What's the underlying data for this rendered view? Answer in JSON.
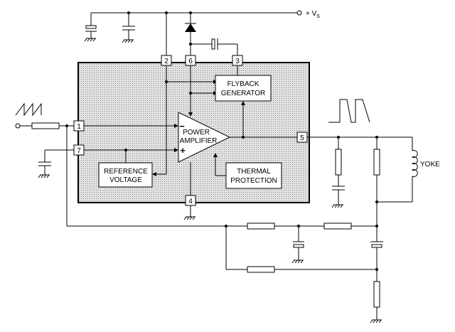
{
  "supply": {
    "label": "+ V",
    "subscript": "S"
  },
  "blocks": {
    "amplifier": [
      "POWER",
      "AMPLIFIER"
    ],
    "flyback": [
      "FLYBACK",
      "GENERATOR"
    ],
    "reference": [
      "REFERENCE",
      "VOLTAGE"
    ],
    "thermal": [
      "THERMAL",
      "PROTECTION"
    ]
  },
  "amp_inputs": {
    "minus": "−",
    "plus": "+"
  },
  "pins": {
    "p1": "1",
    "p2": "2",
    "p3": "3",
    "p4": "4",
    "p5": "5",
    "p6": "6",
    "p7": "7"
  },
  "yoke": "YOKE",
  "colors": {
    "ic_fill": "#d6d6d6",
    "line": "#000000"
  }
}
